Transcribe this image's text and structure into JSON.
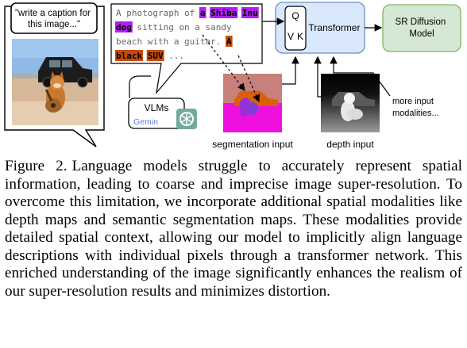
{
  "figure": {
    "prompt_bubble": "\"write a caption for\nthis image...\"",
    "caption_tokens": [
      {
        "text": "A photograph of ",
        "hl": null
      },
      {
        "text": "a Shiba Inu dog",
        "hl": "#b21df5"
      },
      {
        "text": " sitting on a sandy beach with a guitar. ",
        "hl": null
      },
      {
        "text": "A black SUV",
        "hl": "#c94a06"
      },
      {
        "text": " ...",
        "hl": null
      }
    ],
    "vlm_label": "VLMs",
    "gemini_logo_text": "Gemin",
    "transformer": {
      "q": "Q",
      "v": "V",
      "k": "K",
      "label": "Transformer"
    },
    "sr_model": "SR Diffusion\nModel",
    "segmentation_label": "segmentation input",
    "depth_label": "depth input",
    "more_inputs": "more input\nmodalities...",
    "colors": {
      "transformer_fill": "#dae8fc",
      "transformer_stroke": "#6c8ebf",
      "sr_fill": "#d5e8d4",
      "sr_stroke": "#82b366",
      "caption_text": "#666666",
      "seg_sky": "#c8807a",
      "seg_ground": "#ee11dd",
      "seg_car": "#d96008"
    }
  },
  "caption": {
    "label": "Figure 2.",
    "text": "Language models struggle to accurately represent spatial information, leading to coarse and imprecise image super-resolution. To overcome this limitation, we incorporate additional spatial modalities like depth maps and semantic segmentation maps. These modalities provide detailed spatial context, allowing our model to implicitly align language descriptions with individual pixels through a transformer network. This enriched understanding of the image significantly enhances the realism of our super-resolution results and minimizes distortion."
  }
}
